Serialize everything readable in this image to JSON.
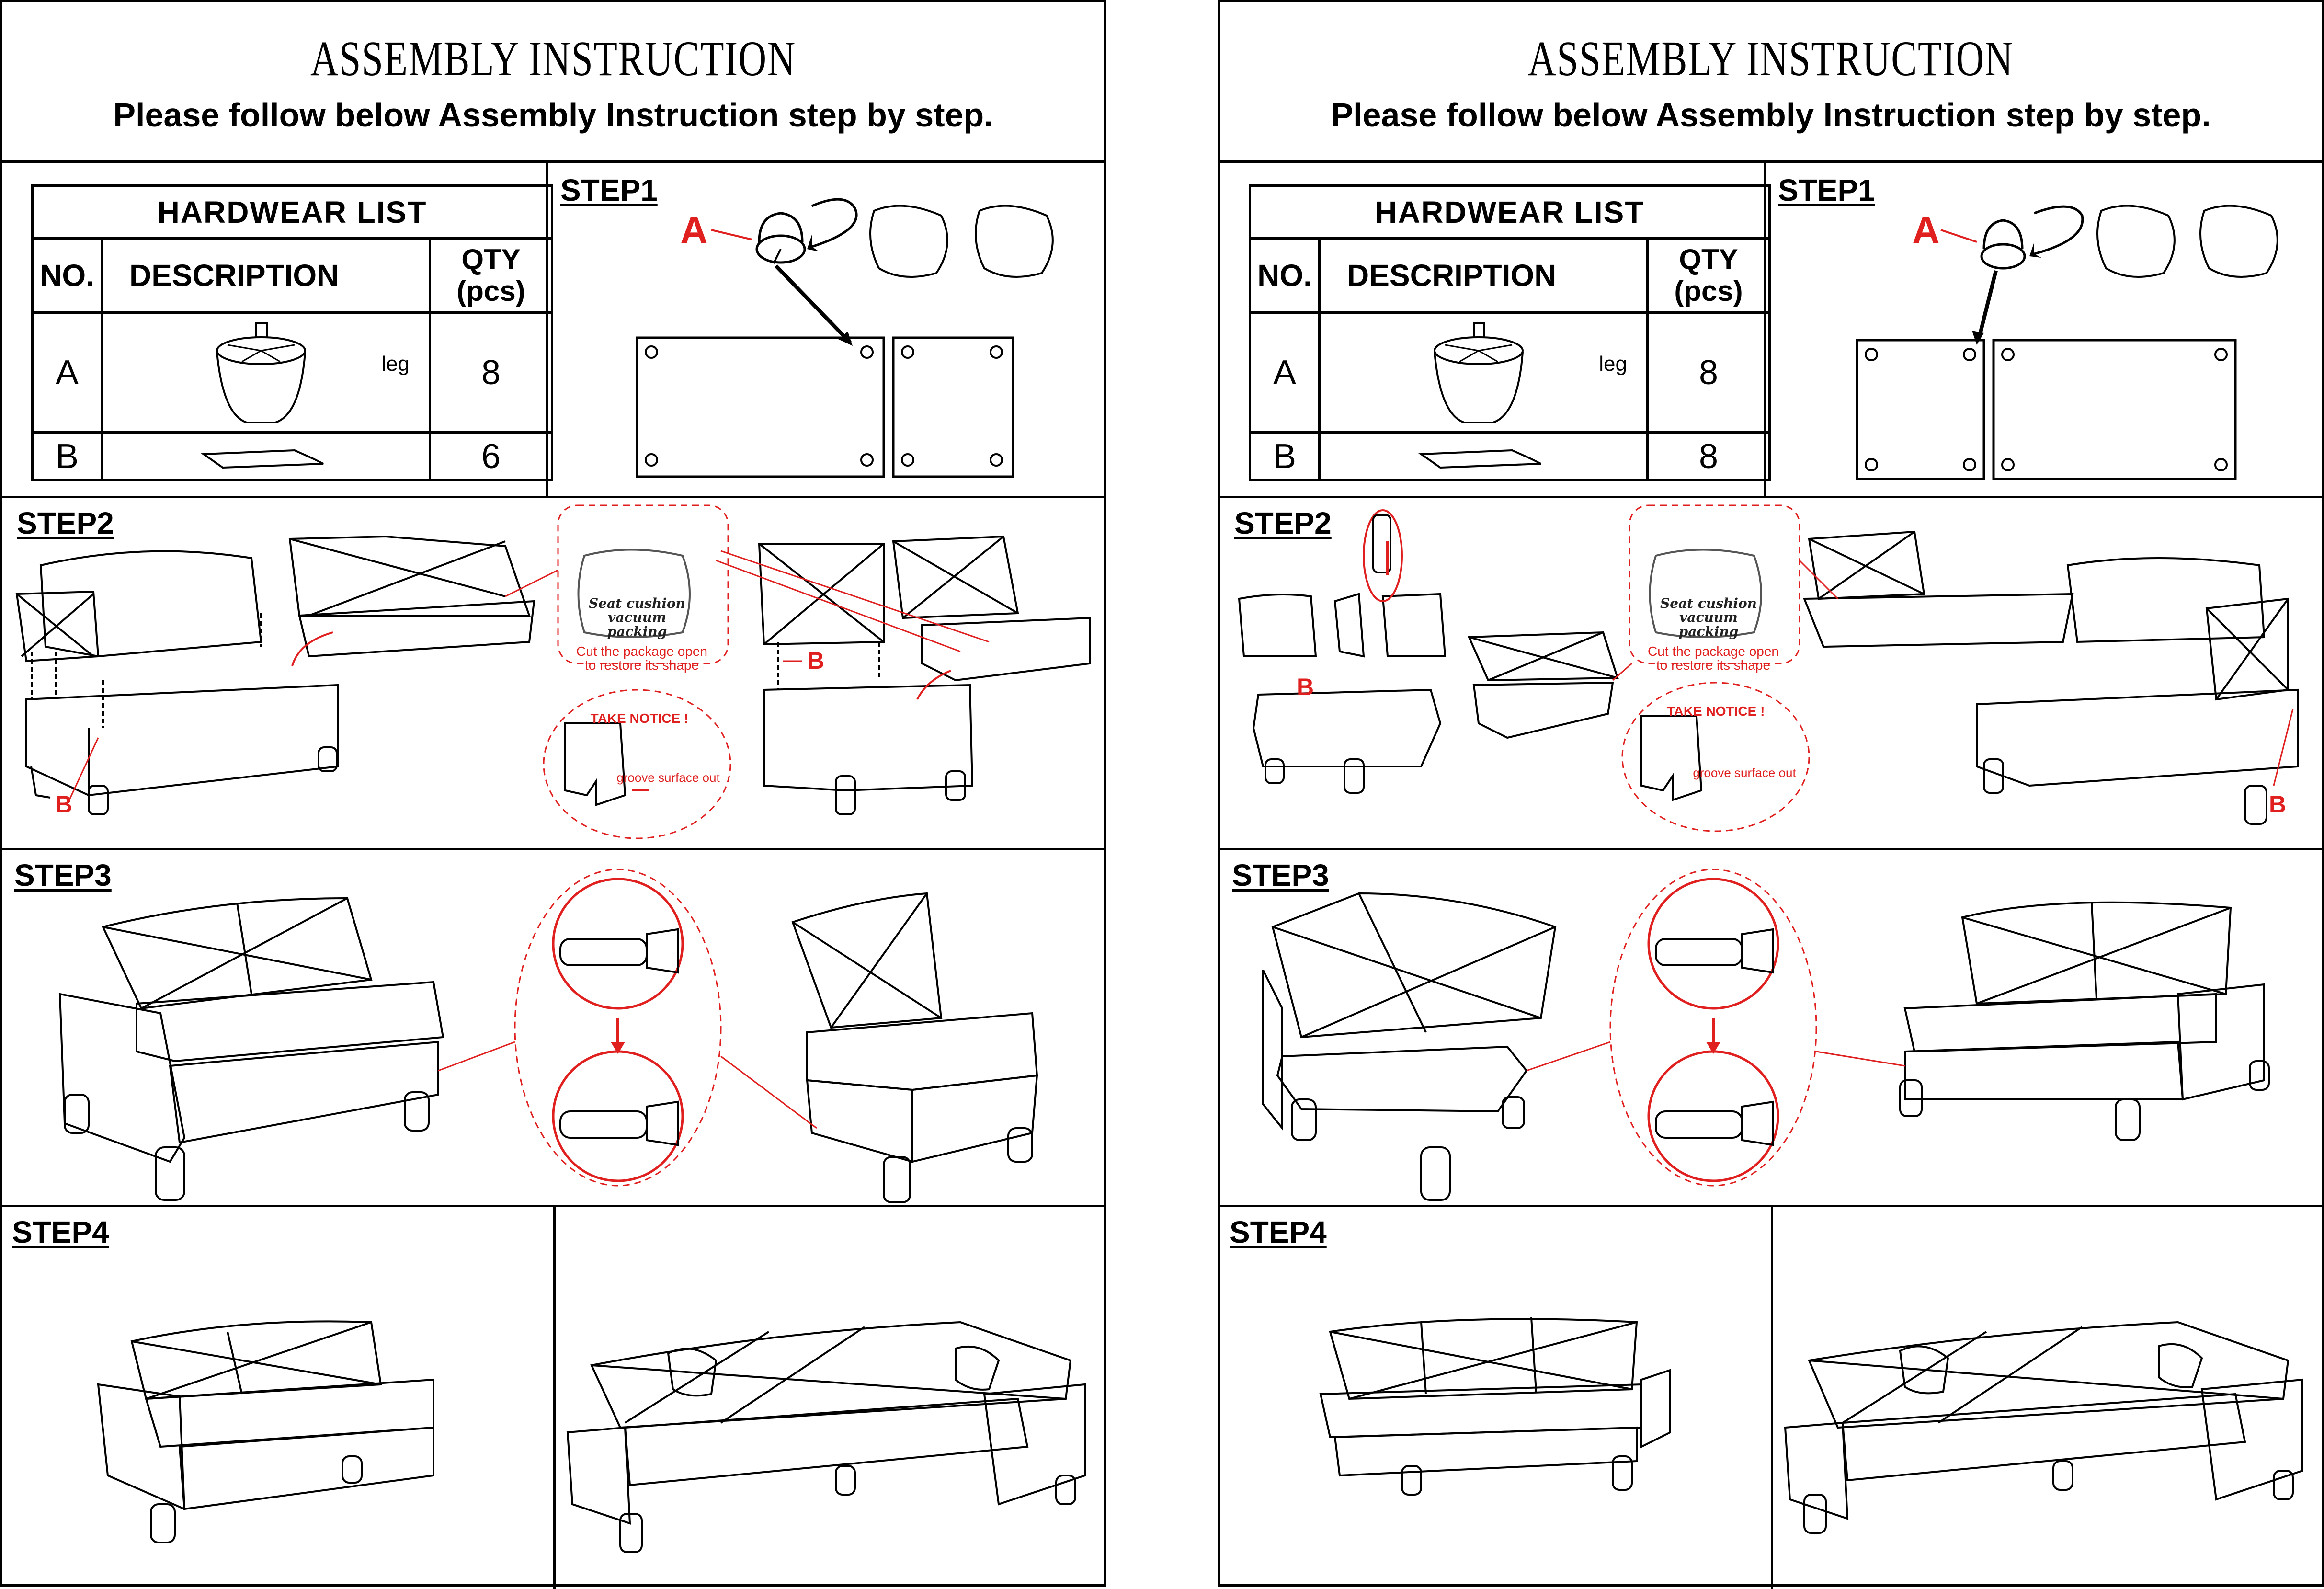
{
  "sheets": [
    {
      "title": "ASSEMBLY INSTRUCTION",
      "subtitle": "Please follow below Assembly Instruction step by step.",
      "hardware": {
        "caption": "HARDWEAR LIST",
        "col_no": "NO.",
        "col_desc": "DESCRIPTION",
        "col_qty": "QTY\n(pcs)",
        "rows": [
          {
            "no": "A",
            "desc": "leg",
            "qty": "8"
          },
          {
            "no": "B",
            "desc": "",
            "qty": "6"
          }
        ]
      },
      "step1": "STEP1",
      "step2": "STEP2",
      "step3": "STEP3",
      "step4": "STEP4",
      "callout_a": "A",
      "callout_b": "B",
      "vacuum": "Seat cushion\nvacuum packing",
      "cut_note": "Cut the package open\nto restore its shape",
      "take_notice": "TAKE NOTICE !",
      "groove": "groove surface out"
    },
    {
      "title": "ASSEMBLY INSTRUCTION",
      "subtitle": "Please follow below Assembly Instruction step by step.",
      "hardware": {
        "caption": "HARDWEAR LIST",
        "col_no": "NO.",
        "col_desc": "DESCRIPTION",
        "col_qty": "QTY\n(pcs)",
        "rows": [
          {
            "no": "A",
            "desc": "leg",
            "qty": "8"
          },
          {
            "no": "B",
            "desc": "",
            "qty": "8"
          }
        ]
      },
      "step1": "STEP1",
      "step2": "STEP2",
      "step3": "STEP3",
      "step4": "STEP4",
      "callout_a": "A",
      "callout_b": "B",
      "vacuum": "Seat cushion\nvacuum packing",
      "cut_note": "Cut the package open\nto restore its shape",
      "take_notice": "TAKE NOTICE !",
      "groove": "groove surface out"
    }
  ],
  "colors": {
    "accent_red": "#e01f1f",
    "line": "#000000"
  },
  "icons": [
    "leg-icon",
    "bracket-icon",
    "leg-package-icon",
    "sofa-drawing",
    "latch-icon"
  ]
}
